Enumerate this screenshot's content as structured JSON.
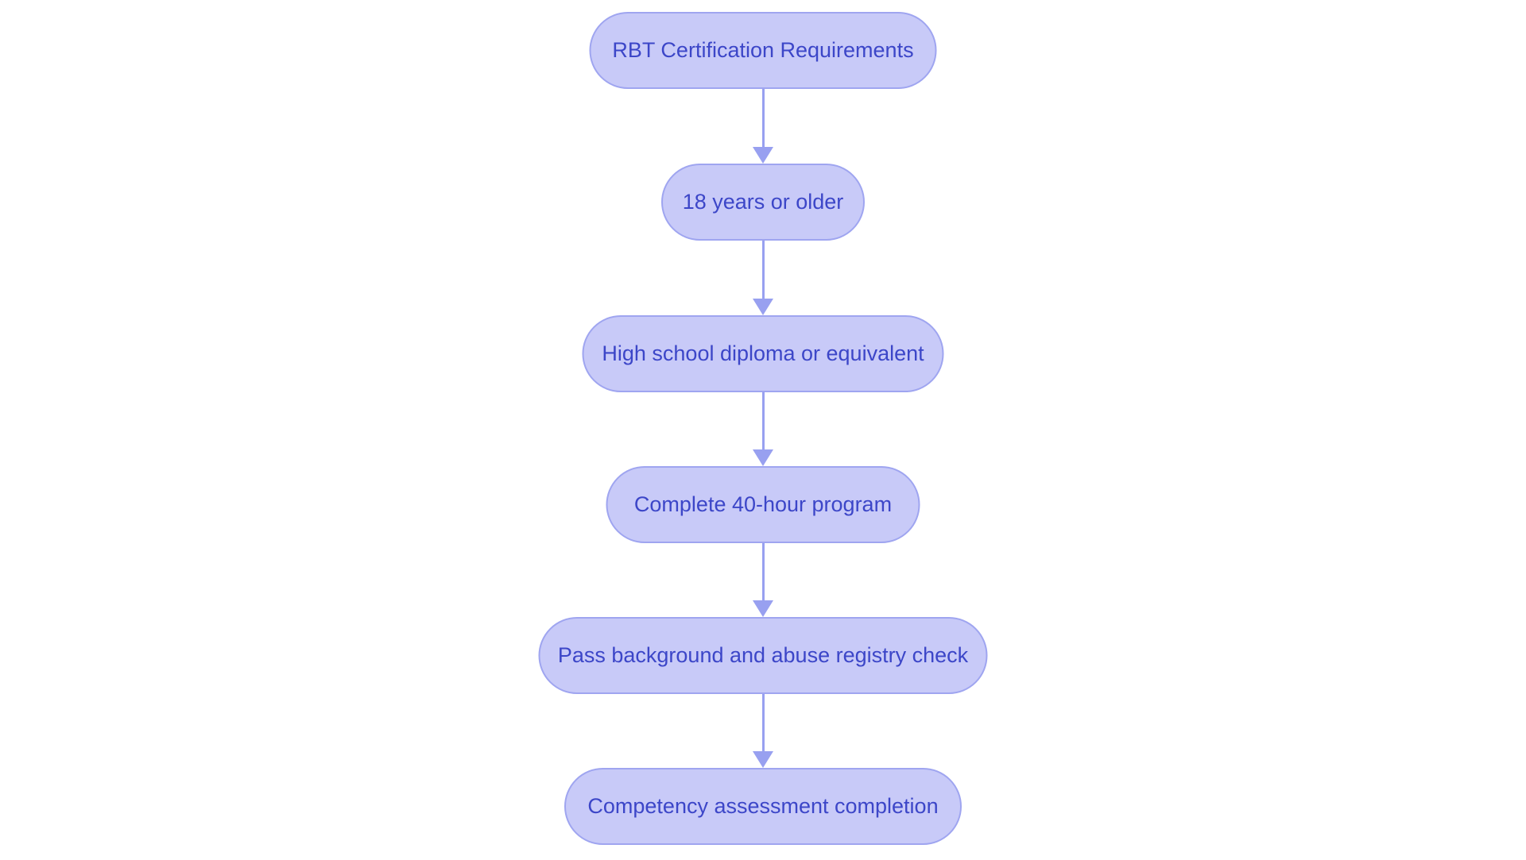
{
  "page": {
    "background_color": "#ffffff"
  },
  "flowchart": {
    "type": "flowchart",
    "direction": "top-down",
    "node_fill_color": "#c8caf8",
    "node_border_color": "#9fa5f0",
    "arrow_color": "#98a0f0",
    "text_color": "#3c46c8",
    "nodes": [
      {
        "id": "start",
        "label": "RBT Certification Requirements"
      },
      {
        "id": "age",
        "label": "18 years or older"
      },
      {
        "id": "diploma",
        "label": "High school diploma or equivalent"
      },
      {
        "id": "program",
        "label": "Complete 40-hour program"
      },
      {
        "id": "background",
        "label": "Pass background and abuse registry check"
      },
      {
        "id": "competency",
        "label": "Competency assessment completion"
      }
    ],
    "edges": [
      {
        "from": "start",
        "to": "age"
      },
      {
        "from": "age",
        "to": "diploma"
      },
      {
        "from": "diploma",
        "to": "program"
      },
      {
        "from": "program",
        "to": "background"
      },
      {
        "from": "background",
        "to": "competency"
      }
    ]
  }
}
